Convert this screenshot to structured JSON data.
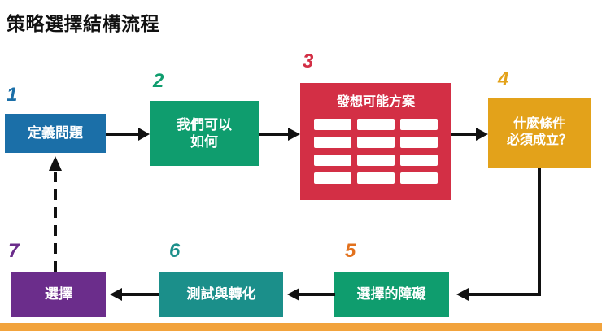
{
  "title": "策略選擇結構流程",
  "nodes": [
    {
      "number": "1",
      "label": "定義問題",
      "color": "#1b6fa8"
    },
    {
      "number": "2",
      "label": "我們可以\n如何",
      "line1": "我們可以",
      "line2": "如何",
      "color": "#0f9d6e"
    },
    {
      "number": "3",
      "label": "發想可能方案",
      "color": "#d32f45",
      "chip_count": 12
    },
    {
      "number": "4",
      "line1": "什麼條件",
      "line2": "必須成立？",
      "color": "#e3a21a"
    },
    {
      "number": "5",
      "label": "選擇的障礙",
      "color": "#0f9d6e",
      "number_color": "#e2711d"
    },
    {
      "number": "6",
      "label": "測試與轉化",
      "color": "#1b8f8a"
    },
    {
      "number": "7",
      "label": "選擇",
      "color": "#6b2d8b"
    }
  ],
  "connectors": [
    {
      "name": "arrow-1-to-2",
      "style": "solid"
    },
    {
      "name": "arrow-2-to-3",
      "style": "solid"
    },
    {
      "name": "arrow-3-to-4",
      "style": "solid"
    },
    {
      "name": "arrow-4-to-5",
      "style": "solid"
    },
    {
      "name": "arrow-5-to-6",
      "style": "solid"
    },
    {
      "name": "arrow-6-to-7",
      "style": "solid"
    },
    {
      "name": "arrow-7-to-1",
      "style": "dashed"
    }
  ],
  "accent_bar_color": "#f2a33c"
}
